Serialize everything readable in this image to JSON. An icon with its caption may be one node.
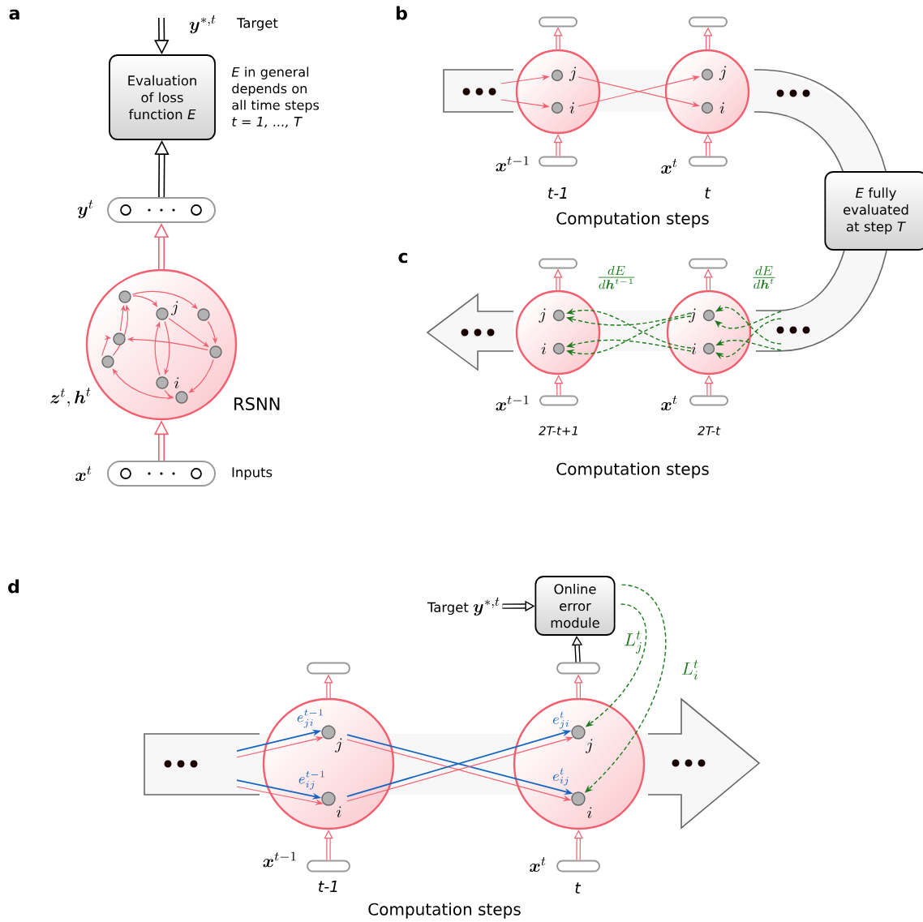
{
  "diagram": {
    "nodes": [
      {
        "text": [
          "Evaluation of loss function *E*"
        ],
        "beside": [
          "*E* in general depends on all time steps *t = 1, ..., T*"
        ]
      },
      {
        "text": [],
        "shape": "box",
        "beside": [
          "\\boldsymbol{y}^{t}"
        ]
      },
      {
        "text": [],
        "shape": "circle",
        "beside": [
          "\\boldsymbol{z}^{t}, \\boldsymbol{h}^{t}",
          "RSNN"
        ]
      },
      {
        "text": [],
        "shape": "box",
        "beside": [
          "\\boldsymbol{x}^{t}",
          "Inputs"
        ]
      },
      {
        "text": [],
        "shape": "box"
      },
      {
        "text": [],
        "shape": "circle"
      },
      {
        "text": [],
        "shape": "circle",
        "in": 5,
        "beside": [
          "j"
        ]
      },
      {
        "text": [],
        "shape": "circle",
        "in": 5,
        "beside": [
          "i"
        ]
      },
      {
        "text": [],
        "shape": "box",
        "beside": [
          "\\boldsymbol{x}^{t-1}"
        ]
      },
      {
        "text": [],
        "shape": "box"
      },
      {
        "text": [],
        "shape": "circle"
      },
      {
        "text": [],
        "shape": "circle",
        "in": 10,
        "beside": [
          "j"
        ]
      },
      {
        "text": [],
        "shape": "circle",
        "in": 10,
        "beside": [
          "i"
        ]
      },
      {
        "text": [],
        "shape": "box",
        "beside": [
          "\\boldsymbol{x}^{t}"
        ]
      },
      {
        "text": [
          "*E* fully evaluated at step *T*"
        ]
      },
      {
        "text": [],
        "shape": "box"
      },
      {
        "text": [],
        "shape": "circle"
      },
      {
        "text": [],
        "shape": "circle",
        "in": 16,
        "beside": [
          "j"
        ]
      },
      {
        "text": [],
        "shape": "circle",
        "in": 16,
        "beside": [
          "i"
        ]
      },
      {
        "text": [],
        "shape": "box",
        "beside": [
          "\\boldsymbol{x}^{t-1}"
        ]
      },
      {
        "text": [],
        "shape": "box"
      },
      {
        "text": [],
        "shape": "circle"
      },
      {
        "text": [],
        "shape": "circle",
        "in": 21,
        "beside": [
          "j"
        ]
      },
      {
        "text": [],
        "shape": "circle",
        "in": 21,
        "beside": [
          "i"
        ]
      },
      {
        "text": [],
        "shape": "box",
        "beside": [
          "\\boldsymbol{x}^{t}"
        ]
      },
      {
        "text": [
          "Target",
          "\\boldsymbol{y}^{*,t}"
        ]
      },
      {
        "text": [
          "Online error module"
        ]
      },
      {
        "text": [],
        "shape": "box"
      },
      {
        "text": [],
        "shape": "circle"
      },
      {
        "text": [],
        "shape": "circle",
        "in": 28,
        "beside": [
          "j"
        ]
      },
      {
        "text": [],
        "shape": "circle",
        "in": 28,
        "beside": [
          "i"
        ]
      },
      {
        "text": [],
        "shape": "box",
        "beside": [
          "\\boldsymbol{x}^{t-1}"
        ]
      },
      {
        "text": [],
        "shape": "box"
      },
      {
        "text": [],
        "shape": "circle"
      },
      {
        "text": [],
        "shape": "circle",
        "in": 33,
        "beside": [
          "j"
        ]
      },
      {
        "text": [],
        "shape": "circle",
        "in": 33,
        "beside": [
          "i"
        ]
      },
      {
        "text": [],
        "shape": "box",
        "beside": [
          "\\boldsymbol{x}^{t}"
        ]
      }
    ],
    "edges": [
      {
        "from": null,
        "to": 0,
        "arrow": "to",
        "style": "thick",
        "color": "#000000"
      },
      {
        "from": 1,
        "to": 0,
        "arrow": "to",
        "style": "thick",
        "color": "#000000"
      },
      {
        "from": 2,
        "to": 1,
        "arrow": "to",
        "style": "thick"
      },
      {
        "from": 3,
        "to": 2,
        "arrow": "to",
        "style": "thick"
      },
      {
        "from": 5,
        "to": 4,
        "arrow": "to",
        "style": "thick"
      },
      {
        "from": 8,
        "to": 5,
        "arrow": "to",
        "style": "thick"
      },
      {
        "from": 10,
        "to": 9,
        "arrow": "to",
        "style": "thick"
      },
      {
        "from": 13,
        "to": 10,
        "arrow": "to",
        "style": "thick"
      },
      {
        "from": null,
        "to": 6,
        "arrow": "to"
      },
      {
        "from": null,
        "to": 7,
        "arrow": "to"
      },
      {
        "from": 6,
        "to": 12,
        "arrow": "to"
      },
      {
        "from": 7,
        "to": 11,
        "arrow": "to"
      },
      {
        "from": 16,
        "to": 15,
        "arrow": "to",
        "style": "thick"
      },
      {
        "from": 19,
        "to": 16,
        "arrow": "to",
        "style": "thick"
      },
      {
        "from": 21,
        "to": 20,
        "arrow": "to",
        "style": "thick"
      },
      {
        "from": 24,
        "to": 21,
        "arrow": "to",
        "style": "thick"
      },
      {
        "from": 22,
        "to": 17,
        "arrow": "to",
        "style": "dashed",
        "color": "#1b7a1b"
      },
      {
        "from": 22,
        "to": 18,
        "arrow": "to",
        "style": "dashed",
        "color": "#1b7a1b"
      },
      {
        "from": 23,
        "to": 17,
        "arrow": "to",
        "style": "dashed",
        "color": "#1b7a1b"
      },
      {
        "from": 23,
        "to": 18,
        "arrow": "to",
        "style": "dashed",
        "color": "#1b7a1b"
      },
      {
        "from": null,
        "to": 22,
        "arrow": "to",
        "style": "dashed",
        "color": "#1b7a1b"
      },
      {
        "from": null,
        "to": 22,
        "arrow": "to",
        "style": "dashed",
        "color": "#1b7a1b"
      },
      {
        "from": null,
        "to": 23,
        "arrow": "to",
        "style": "dashed",
        "color": "#1b7a1b"
      },
      {
        "from": null,
        "to": 23,
        "arrow": "to",
        "style": "dashed",
        "color": "#1b7a1b"
      },
      {
        "from": 25,
        "to": 26,
        "arrow": "to",
        "style": "thick",
        "color": "#000000"
      },
      {
        "from": 32,
        "to": 26,
        "arrow": "to",
        "style": "thick",
        "color": "#000000"
      },
      {
        "from": 28,
        "to": 27,
        "arrow": "to",
        "style": "thick"
      },
      {
        "from": 31,
        "to": 28,
        "arrow": "to",
        "style": "thick"
      },
      {
        "from": 33,
        "to": 32,
        "arrow": "to",
        "style": "thick"
      },
      {
        "from": 36,
        "to": 33,
        "arrow": "to",
        "style": "thick"
      },
      {
        "from": null,
        "to": 29,
        "arrow": "to",
        "color": "#1565c0"
      },
      {
        "from": null,
        "to": 29,
        "arrow": "to"
      },
      {
        "from": null,
        "to": 30,
        "arrow": "to",
        "color": "#1565c0"
      },
      {
        "from": null,
        "to": 30,
        "arrow": "to"
      },
      {
        "from": 29,
        "to": 35,
        "arrow": "to",
        "color": "#1565c0"
      },
      {
        "from": 29,
        "to": 35,
        "arrow": "to"
      },
      {
        "from": 30,
        "to": 34,
        "arrow": "to",
        "color": "#1565c0"
      },
      {
        "from": 30,
        "to": 34,
        "arrow": "to"
      },
      {
        "from": 26,
        "to": 34,
        "arrow": "to",
        "style": "dashed",
        "color": "#1b7a1b",
        "label": "L_{j}^{t}"
      },
      {
        "from": 26,
        "to": 35,
        "arrow": "to",
        "style": "dashed",
        "color": "#1b7a1b",
        "label": "L_{i}^{t}"
      }
    ],
    "labels": [
      "a",
      "\\boldsymbol{y}^{*,t}",
      "Target",
      "j",
      "i",
      "b",
      "t-1",
      "t",
      "Computation steps",
      "c",
      "\\frac{dE}{d\\boldsymbol{h}^{t-1}}",
      "\\frac{dE}{d\\boldsymbol{h}^{t}}",
      "2T-t+1",
      "2T-t",
      "Computation steps",
      "d",
      "e_{ji}^{t-1}",
      "e_{ij}^{t-1}",
      "e_{ji}^{t}",
      "e_{ij}^{t}",
      "t-1",
      "t",
      "Computation steps"
    ]
  }
}
